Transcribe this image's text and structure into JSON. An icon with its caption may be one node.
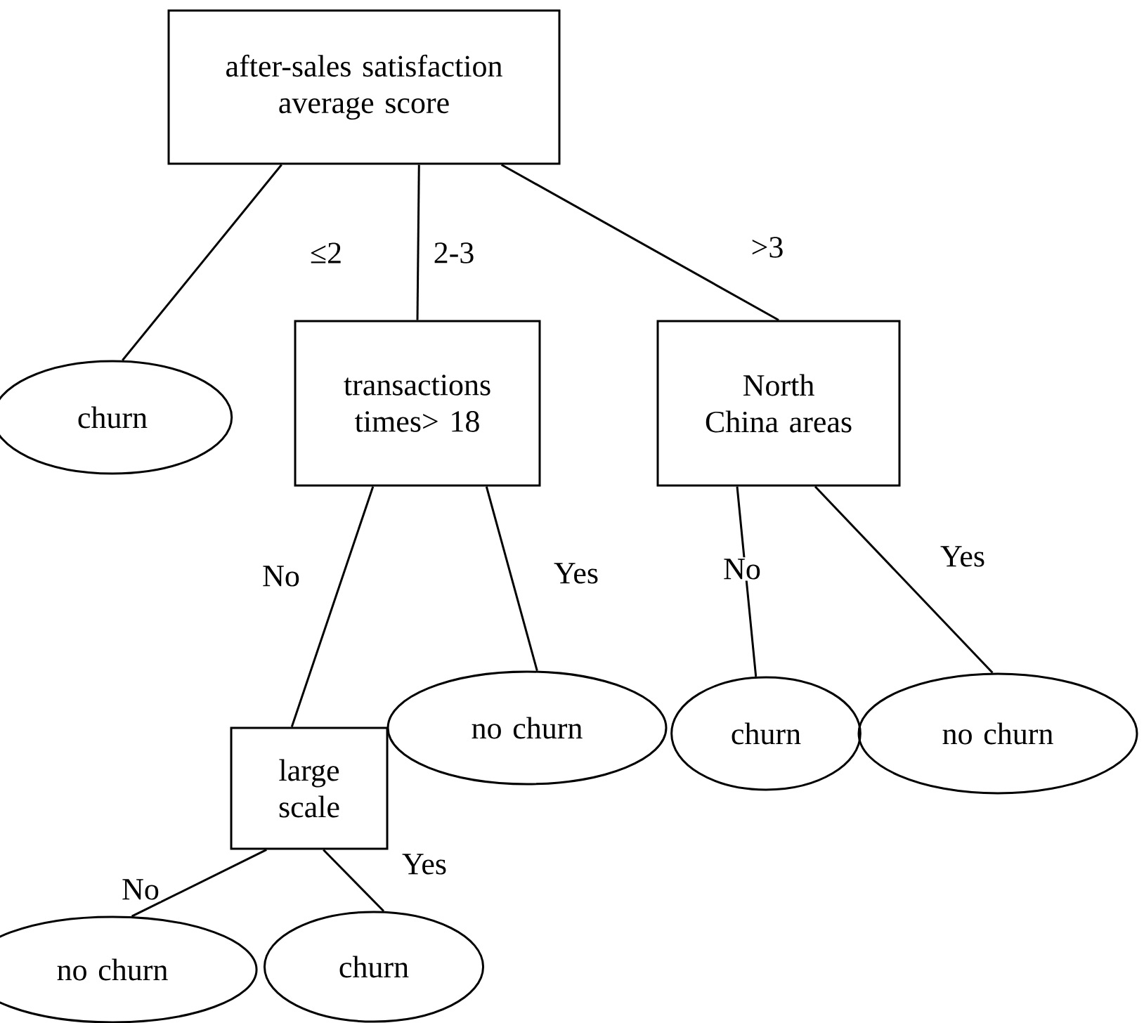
{
  "diagram": {
    "nodes": [
      {
        "text": [
          "after-sales satisfaction average score"
        ]
      },
      {
        "text": [
          "churn"
        ]
      },
      {
        "text": [
          "transactions times> 18"
        ]
      },
      {
        "text": [
          "North China areas"
        ]
      },
      {
        "text": [
          "large scale"
        ]
      },
      {
        "text": [
          "no churn"
        ]
      },
      {
        "text": [
          "churn"
        ]
      },
      {
        "text": [
          "no churn"
        ]
      },
      {
        "text": [
          "no churn"
        ]
      },
      {
        "text": [
          "churn"
        ]
      }
    ],
    "edges": [
      {
        "from": 0,
        "to": 1,
        "arrow": "none",
        "label": "≤2"
      },
      {
        "from": 0,
        "to": 2,
        "arrow": "none",
        "label": "2-3"
      },
      {
        "from": 0,
        "to": 3,
        "arrow": "none",
        "label": ">3"
      },
      {
        "from": 2,
        "to": 4,
        "arrow": "none",
        "label": "No"
      },
      {
        "from": 2,
        "to": 5,
        "arrow": "none",
        "label": "Yes"
      },
      {
        "from": 3,
        "to": 6,
        "arrow": "none",
        "label": "No"
      },
      {
        "from": 3,
        "to": 7,
        "arrow": "none",
        "label": "Yes"
      },
      {
        "from": 4,
        "to": 8,
        "arrow": "none",
        "label": "No"
      },
      {
        "from": 4,
        "to": 9,
        "arrow": "none",
        "label": "Yes"
      }
    ]
  }
}
